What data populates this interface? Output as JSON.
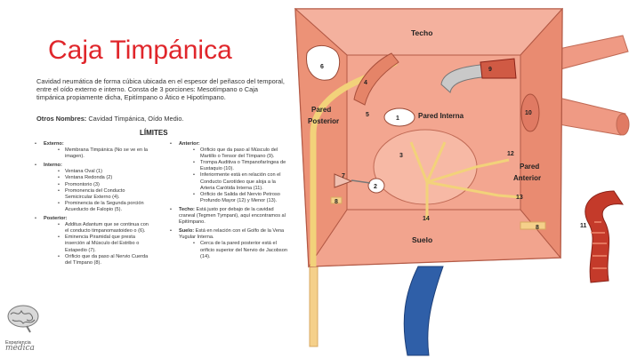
{
  "title": "Caja Timpánica",
  "intro": "Cavidad neumática de forma cúbica ubicada en el espesor del peñasco del temporal, entre el oído externo e interno. Consta de 3 porciones: Mesotímpano o Caja timpánica propiamente dicha, Epitímpano o Ático e Hipotímpano.",
  "others": {
    "label": "Otros Nombres:",
    "text": "Cavidad Timpánica, Oído Medio."
  },
  "limits_heading": "LÍMITES",
  "limits_left": [
    {
      "cat": "Externo:",
      "items": [
        "Membrana Timpánica (No se ve en la imagen)."
      ]
    },
    {
      "cat": "Interno:",
      "items": [
        "Ventana Oval (1)",
        "Ventana Redonda (2)",
        "Promontorio (3)",
        "Promonencia del Conducto Semicircular Externo (4).",
        "Prominencia de la Segunda porción Acueducto de Falopio (5)."
      ]
    },
    {
      "cat": "Posterior:",
      "items": [
        "Additus Adantum que se continua con el conducto timpanomastoideo o (6).",
        "Eminencia Piramidal que presta inserción al Músculo del Estribo o Estapedio (7).",
        "Orificio que da paso al Nervio Cuerda del Tímpano (8)."
      ]
    }
  ],
  "limits_right": {
    "anterior": {
      "cat": "Anterior:",
      "items": [
        "Orificio que da paso al Músculo del Martillo o Tensor del Tímpano (9).",
        "Trompa Auditiva o Timpanofaríngea de Eustaquio (10).",
        "Inferiormente está en relación con el Conducto Carotídeo que aloja a la Arteria Carótida Interna (11).",
        "Orificio de Salida del Nervio Petroso Profundo Mayor (12) y Menor (13)."
      ]
    },
    "techo": {
      "cat": "Techo:",
      "text": "Está justo por debajo de la cavidad craneal (Tegmen Tympani), aquí encontramos al Epitímpano."
    },
    "suelo": {
      "cat": "Suelo:",
      "text": "Está en relación con el Golfo de la Vena Yugular Interna.",
      "items": [
        "Cerca de la pared posterior está el orificio superior del Nervio de Jacobson (14)."
      ]
    }
  },
  "diagram": {
    "techo": "Techo",
    "suelo": "Suelo",
    "pared_posterior": [
      "Pared",
      "Posterior"
    ],
    "pared_interna": "Pared Interna",
    "pared_anterior": [
      "Pared",
      "Anterior"
    ],
    "numbers": [
      "1",
      "2",
      "3",
      "4",
      "5",
      "6",
      "7",
      "8",
      "9",
      "10",
      "11",
      "12",
      "13",
      "14",
      "8"
    ]
  },
  "watermark": {
    "line1": "Experiencia",
    "line2": "médica"
  },
  "colors": {
    "title": "#e0262b",
    "box": "#ef9a84",
    "box_dark": "#e07a63",
    "nerve": "#f2d27a",
    "vessel_blue": "#2f5fa8",
    "artery": "#c43a2a"
  }
}
